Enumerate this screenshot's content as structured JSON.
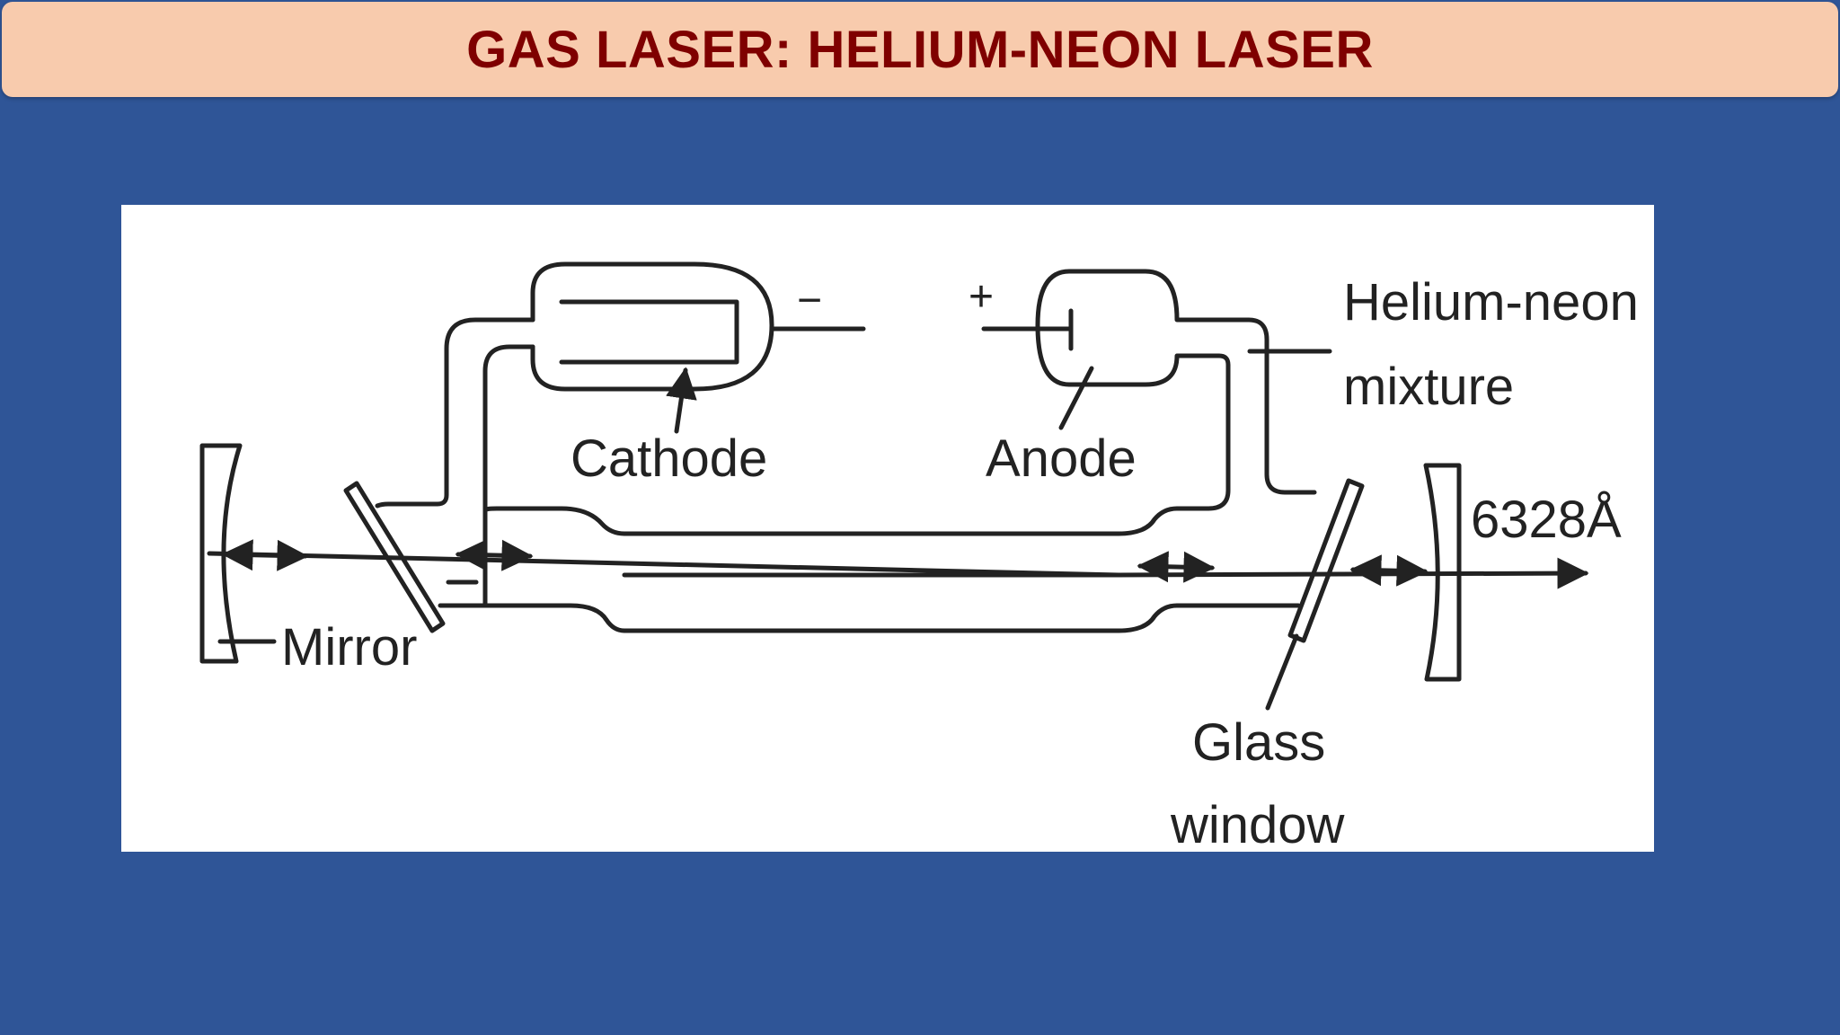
{
  "title": "GAS LASER: HELIUM-NEON LASER",
  "diagram": {
    "labels": {
      "cathode": "Cathode",
      "anode": "Anode",
      "mixture_line1": "Helium-neon",
      "mixture_line2": "mixture",
      "mirror": "Mirror",
      "wavelength": "6328Å",
      "glass_line1": "Glass",
      "glass_line2": "window",
      "minus": "−",
      "plus": "+"
    },
    "colors": {
      "background": "#2f5597",
      "title_bar": "#f8cbad",
      "title_text": "#7f0000",
      "line": "#222222"
    }
  }
}
